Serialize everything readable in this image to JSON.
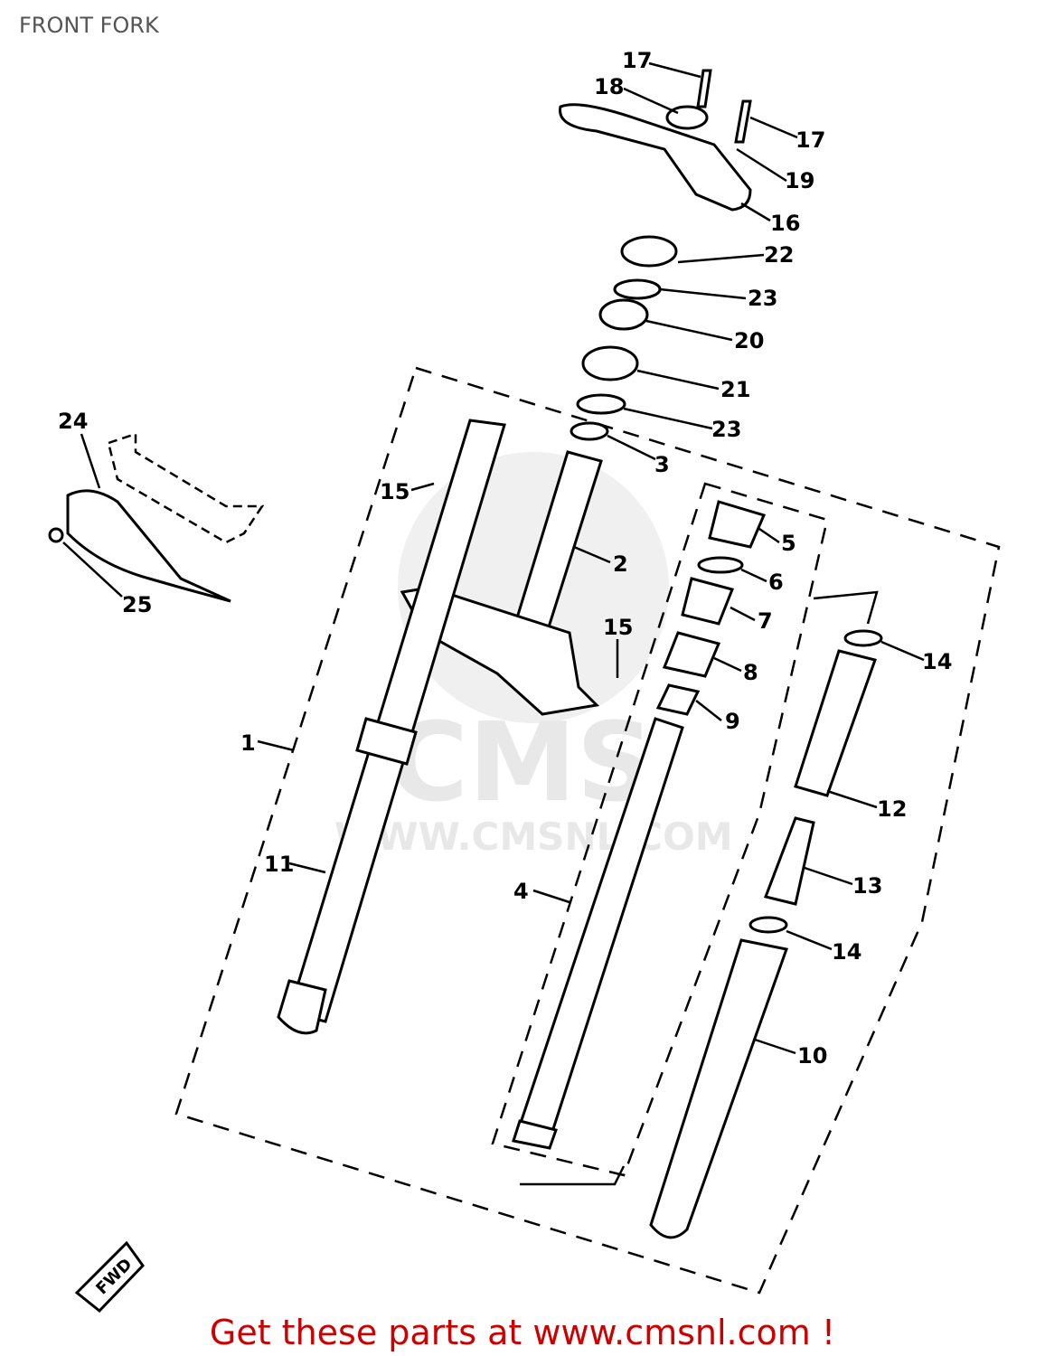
{
  "title": "FRONT FORK",
  "footer": "Get these parts at www.cmsnl.com !",
  "watermark": {
    "logo": "CMS",
    "url": "WWW.CMSNL.COM"
  },
  "fwd_marker": "FWD",
  "callouts": [
    "17",
    "18",
    "17",
    "19",
    "16",
    "22",
    "23",
    "20",
    "21",
    "23",
    "3",
    "15",
    "24",
    "25",
    "5",
    "6",
    "2",
    "7",
    "15",
    "14",
    "8",
    "9",
    "1",
    "12",
    "11",
    "13",
    "4",
    "14",
    "10"
  ],
  "colors": {
    "footer": "#cc0000",
    "title": "#555555"
  }
}
